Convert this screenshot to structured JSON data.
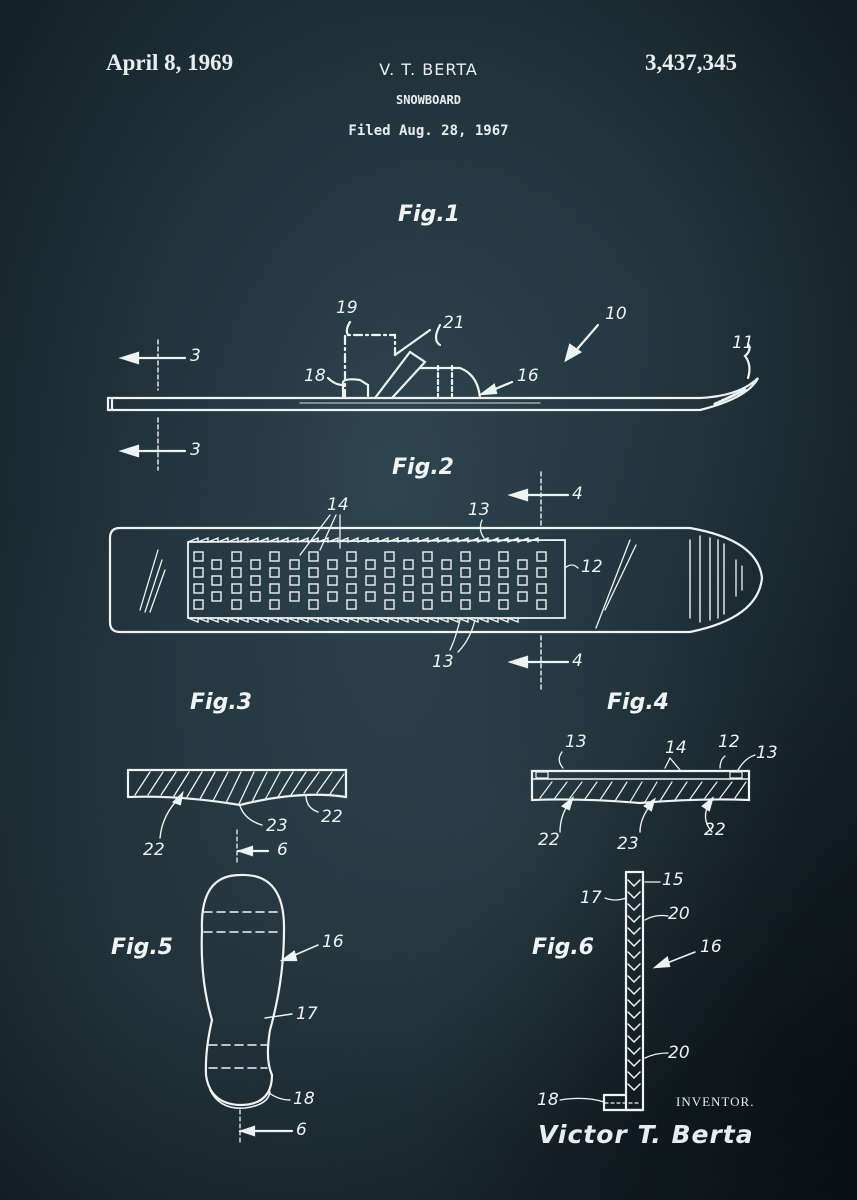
{
  "header": {
    "date": "April 8, 1969",
    "inventor": "V. T. BERTA",
    "title": "SNOWBOARD",
    "filed": "Filed Aug. 28, 1967",
    "patent_number": "3,437,345"
  },
  "figures": {
    "fig1": {
      "label": "Fig.1",
      "refs": [
        "19",
        "21",
        "10",
        "3",
        "18",
        "16",
        "11",
        "3"
      ]
    },
    "fig2": {
      "label": "Fig.2",
      "refs": [
        "14",
        "13",
        "4",
        "12",
        "13",
        "4"
      ]
    },
    "fig3": {
      "label": "Fig.3",
      "refs": [
        "22",
        "23",
        "22",
        "6"
      ]
    },
    "fig4": {
      "label": "Fig.4",
      "refs": [
        "13",
        "14",
        "12",
        "13",
        "22",
        "23",
        "22"
      ]
    },
    "fig5": {
      "label": "Fig.5",
      "refs": [
        "16",
        "17",
        "18",
        "6"
      ]
    },
    "fig6": {
      "label": "Fig.6",
      "refs": [
        "17",
        "15",
        "20",
        "16",
        "20",
        "18"
      ]
    }
  },
  "signature": {
    "label": "INVENTOR.",
    "name": "Victor T. Berta"
  },
  "colors": {
    "background": "#22343d",
    "ink": "#eef3f4"
  }
}
